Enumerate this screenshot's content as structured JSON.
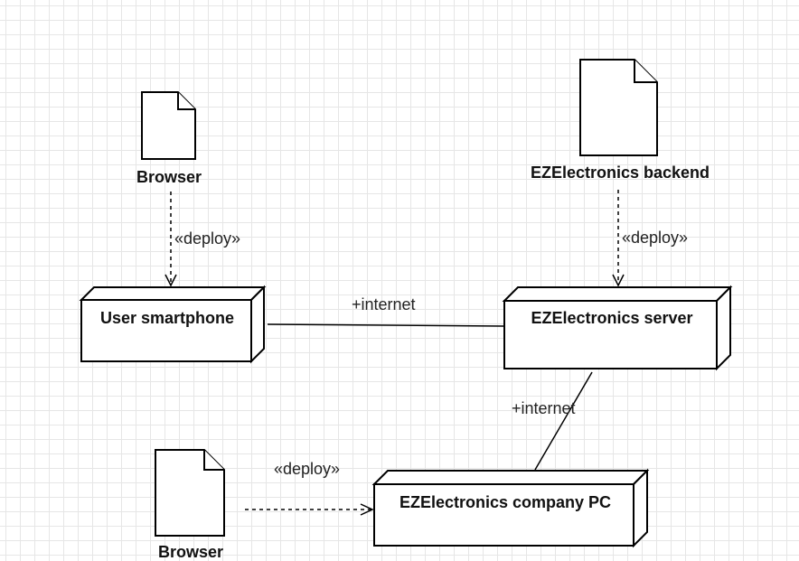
{
  "diagram": {
    "artifacts": {
      "browser_top": "Browser",
      "backend": "EZElectronics backend",
      "browser_bottom": "Browser"
    },
    "nodes": {
      "smartphone": "User smartphone",
      "server": "EZElectronics server",
      "company_pc": "EZElectronics company PC"
    },
    "edges": {
      "deploy_browser_smartphone": "«deploy»",
      "deploy_backend_server": "«deploy»",
      "deploy_browser_pc": "«deploy»",
      "link_smartphone_server": "+internet",
      "link_server_pc": "+internet"
    }
  }
}
